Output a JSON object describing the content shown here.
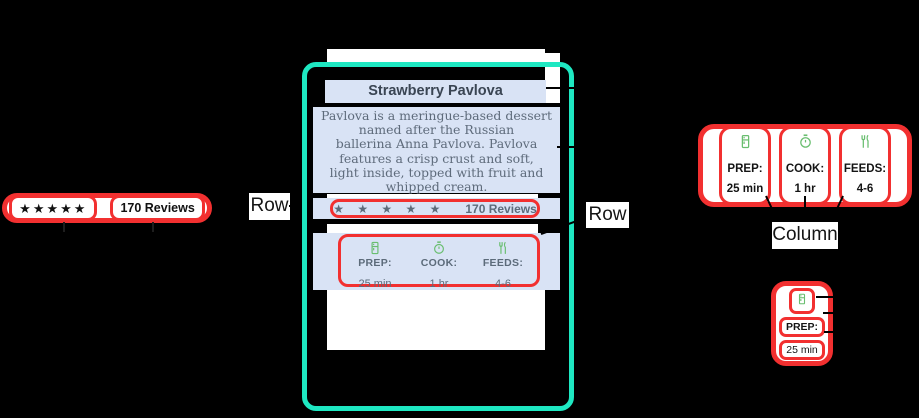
{
  "diagram": {
    "row_label_left": "Row",
    "row_label_right": "Row",
    "column_label": "Column"
  },
  "reviews_widget": {
    "stars": "★★★★★",
    "reviews_label": "170 Reviews"
  },
  "recipe_card": {
    "title": "Strawberry Pavlova",
    "description_lines": [
      "Pavlova is a meringue-based dessert",
      "named after the Russian",
      "ballerina Anna Pavlova. Pavlova",
      "features a crisp crust and soft,",
      "light inside, topped with fruit and",
      "whipped cream."
    ],
    "ratings_row": {
      "stars": "★ ★ ★ ★ ★",
      "reviews": "170 Reviews"
    },
    "meta_row": {
      "items": [
        {
          "icon": "kitchen-icon",
          "label": "PREP:",
          "value": "25 min"
        },
        {
          "icon": "timer-icon",
          "label": "COOK:",
          "value": "1 hr"
        },
        {
          "icon": "restaurant-icon",
          "label": "FEEDS:",
          "value": "4-6"
        }
      ]
    }
  },
  "meta_widget": {
    "items": [
      {
        "icon": "kitchen-icon",
        "label": "PREP:",
        "value": "25 min"
      },
      {
        "icon": "timer-icon",
        "label": "COOK:",
        "value": "1 hr"
      },
      {
        "icon": "restaurant-icon",
        "label": "FEEDS:",
        "value": "4-6"
      }
    ]
  },
  "prep_widget": {
    "icon": "kitchen-icon",
    "label": "PREP:",
    "value": "25 min"
  },
  "colors": {
    "highlight_red": "#F23030",
    "column_teal": "#1EE8C2",
    "card_section_blue": "#D9E3F5",
    "icon_green": "#69BE6F",
    "card_text_gray": "#5C6B7A",
    "title_text": "#3A4553"
  }
}
